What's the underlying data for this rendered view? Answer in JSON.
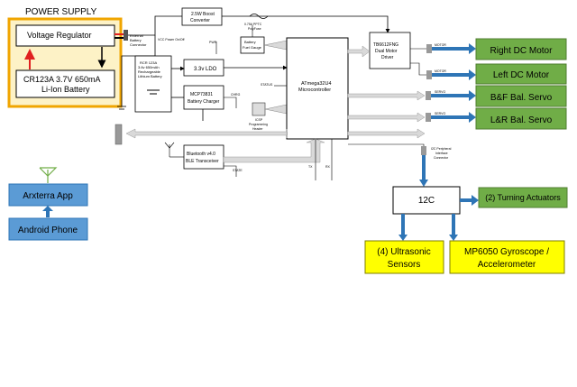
{
  "power_supply": {
    "title": "POWER SUPPLY",
    "voltage_regulator": "Voltage Regulator",
    "battery_line1": "CR123A 3.7V 650mA",
    "battery_line2": "Li-Ion Battery"
  },
  "board": {
    "boost_converter_line1": "2.5W Boost",
    "boost_converter_line2": "Converter",
    "ptc_fuse_line1": "0.75A PPTC",
    "ptc_fuse_line2": "PolyFuse",
    "external_battery_line1": "External",
    "external_battery_line2": "Battery",
    "external_battery_line3": "Connector",
    "vcc_power_on_off": "VCC Power On/Off",
    "pwr_label": "PWR",
    "battery_fuel_gauge_line1": "Battery",
    "battery_fuel_gauge_line2": "Fuel Gauge",
    "ldo": "3.3v LDO",
    "rcr_battery_line1": "RCR 123A",
    "rcr_battery_line2": "3.6v 650mAh",
    "rcr_battery_line3": "Rechargeable",
    "rcr_battery_line4": "Lithium Battery",
    "charger_line1": "MCP73831",
    "charger_line2": "Battery Charger",
    "chrg_label": "CHRG",
    "mcu_line1": "ATmega32U4",
    "mcu_line2": "Microcontroller",
    "status_label": "STATUS",
    "icsp_line1": "ICSP",
    "icsp_line2": "Programming",
    "icsp_line3": "Header",
    "bluetooth_line1": "Bluetooth v4.0",
    "bluetooth_line2": "BLE Transceiver",
    "state_label": "STATE",
    "motor_driver_line1": "TB6612FNG",
    "motor_driver_line2": "Dual Motor",
    "motor_driver_line3": "Driver",
    "i2c_connector_line1": "I2C Peripheral",
    "i2c_connector_line2": "Interface",
    "i2c_connector_line3": "Connector",
    "tx_label": "TX",
    "rx_label": "RX",
    "motor_a_label": "MOTOR",
    "motor_b_label": "MOTOR",
    "servo_a_label": "SERVO",
    "servo_b_label": "SERVO"
  },
  "outputs": {
    "right_motor": "Right DC Motor",
    "left_motor": "Left DC Motor",
    "bf_servo": "B&F Bal. Servo",
    "lr_servo": "L&R Bal. Servo",
    "turning_actuators": "(2) Turning Actuators"
  },
  "i2c_bus": {
    "label": "12C",
    "ultrasonic_line1": "(4) Ultrasonic",
    "ultrasonic_line2": "Sensors",
    "gyro_line1": "MP6050 Gyroscope /",
    "gyro_line2": "Accelerometer"
  },
  "phone": {
    "app": "Arxterra App",
    "phone": "Android Phone"
  },
  "colors": {
    "power_supply_border": "#f0a500",
    "power_supply_fill": "#fdf2c6",
    "output_fill": "#70ad47",
    "output_border": "#507e32",
    "arrow_blue": "#2e75b6",
    "sensor_fill": "#ffff00",
    "app_fill": "#5b9bd5",
    "bus_gray": "#d9d9d9",
    "battery_red": "#e02020",
    "antenna_green": "#70ad47"
  }
}
